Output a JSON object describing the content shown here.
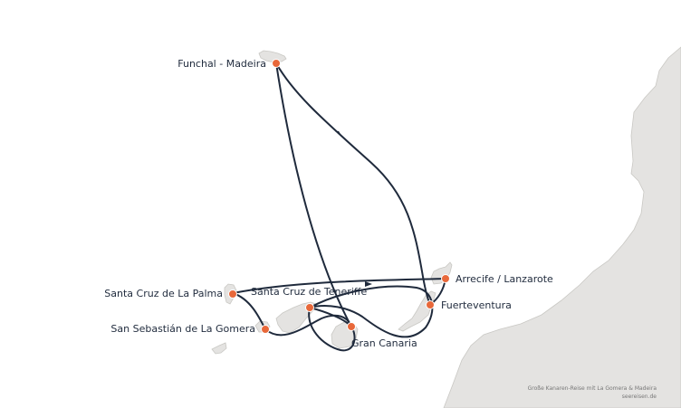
{
  "colors": {
    "land": "#e4e3e1",
    "land_stroke": "#c9c8c4",
    "route": "#1f2a3c",
    "port": "#e8683a",
    "port_stroke": "#ffffff",
    "background": "#ffffff"
  },
  "ports": [
    {
      "id": "funchal",
      "label": "Funchal - Madeira"
    },
    {
      "id": "arrecife",
      "label": "Arrecife / Lanzarote"
    },
    {
      "id": "fuerteventura",
      "label": "Fuerteventura"
    },
    {
      "id": "lapalma",
      "label": "Santa Cruz de La Palma"
    },
    {
      "id": "tenerife",
      "label": "Santa Cruz de Teneriffe"
    },
    {
      "id": "gomera",
      "label": "San Sebastián de La Gomera"
    },
    {
      "id": "grancanaria",
      "label": "Gran Canaria"
    }
  ],
  "credit": {
    "line1": "Große Kanaren-Reise mit La Gomera & Madeira",
    "line2": "seereisen.de"
  }
}
